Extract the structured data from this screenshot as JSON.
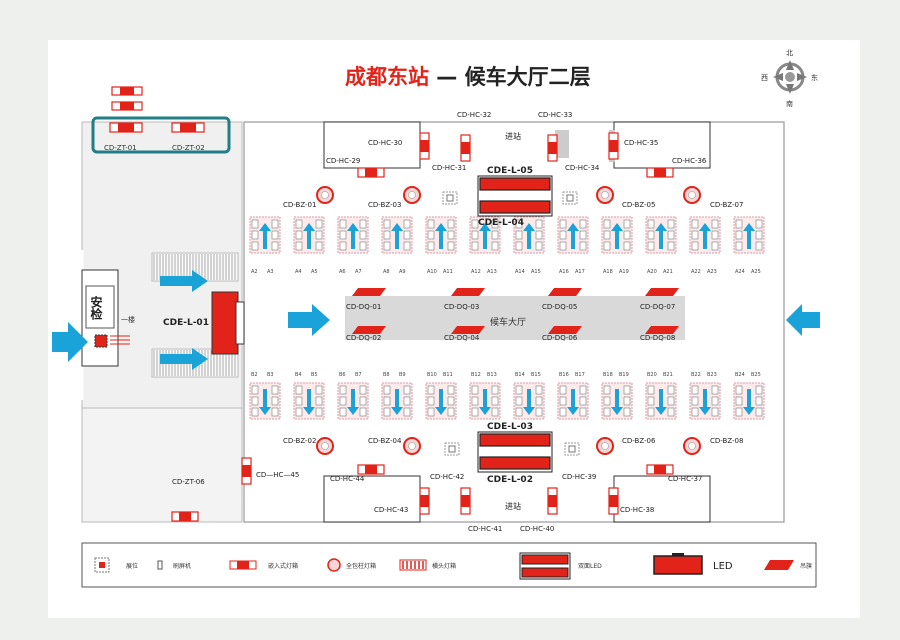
{
  "title": {
    "red": "成都东站",
    "dash": " — ",
    "black": "候车大厅二层"
  },
  "compass": {
    "north": "北",
    "south": "南",
    "east": "东",
    "west": "西"
  },
  "labels": {
    "hc": [
      "CD-HC-29",
      "CD-HC-30",
      "CD-HC-31",
      "CD-HC-32",
      "CD-HC-33",
      "CD-HC-34",
      "CD-HC-35",
      "CD-HC-36",
      "CD-HC-37",
      "CD-HC-38",
      "CD-HC-39",
      "CD-HC-40",
      "CD-HC-41",
      "CD-HC-42",
      "CD-HC-43",
      "CD-HC-44",
      "CD—HC—45"
    ],
    "bz": [
      "CD-BZ-01",
      "CD-BZ-02",
      "CD-BZ-03",
      "CD-BZ-04",
      "CD-BZ-05",
      "CD-BZ-06",
      "CD-BZ-07",
      "CD-BZ-08"
    ],
    "dq": [
      "CD-DQ-01",
      "CD-DQ-02",
      "CD-DQ-03",
      "CD-DQ-04",
      "CD-DQ-05",
      "CD-DQ-06",
      "CD-DQ-07",
      "CD-DQ-08"
    ],
    "cde": [
      "CDE-L-01",
      "CDE-L-02",
      "CDE-L-03",
      "CDE-L-04",
      "CDE-L-05"
    ],
    "zt": [
      "CD-ZT-01",
      "CD-ZT-02",
      "CD-ZT-06"
    ],
    "entrance_top": "进站",
    "entrance_bottom": "进站",
    "hall": "候车大厅",
    "security": "安检",
    "floor": "一楼"
  },
  "gates_top": [
    "A2",
    "A3",
    "A4",
    "A5",
    "A6",
    "A7",
    "A8",
    "A9",
    "A10",
    "A11",
    "A12",
    "A13",
    "A14",
    "A15",
    "A16",
    "A17",
    "A18",
    "A19",
    "A20",
    "A21",
    "A22",
    "A23",
    "A24",
    "A25"
  ],
  "gates_bottom": [
    "B2",
    "B3",
    "B4",
    "B5",
    "B6",
    "B7",
    "B8",
    "B9",
    "B10",
    "B11",
    "B12",
    "B13",
    "B14",
    "B15",
    "B16",
    "B17",
    "B18",
    "B19",
    "B20",
    "B21",
    "B22",
    "B23",
    "B24",
    "B25"
  ],
  "legend": [
    "展位",
    "刷屏机",
    "嵌入式灯箱",
    "全包柱灯箱",
    "横头灯箱",
    "双面LED",
    "LED",
    "吊旗"
  ],
  "colors": {
    "red": "#e2231a",
    "blue": "#1aa3d8",
    "teal": "#1f7e86",
    "gray": "#cfcfcf",
    "dark": "#333333"
  }
}
